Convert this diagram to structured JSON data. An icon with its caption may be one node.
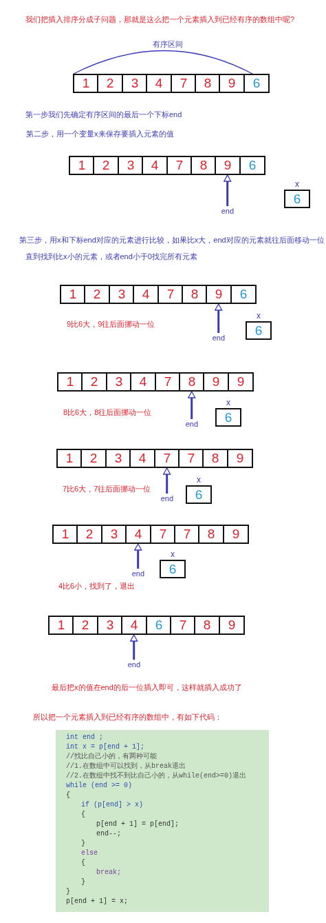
{
  "diagram": {
    "title": "我们把插入排序分成子问题，那就是这么把一个元素插入到已经有序的数组中呢?",
    "nodes": [
      {
        "text": [
          "1"
        ]
      },
      {
        "text": [
          "2"
        ]
      },
      {
        "text": [
          "3"
        ]
      },
      {
        "text": [
          "4"
        ]
      },
      {
        "text": [
          "7"
        ]
      },
      {
        "text": [
          "8"
        ]
      },
      {
        "text": [
          "9"
        ]
      },
      {
        "text": [
          "6"
        ]
      },
      {
        "text": [
          "1"
        ]
      },
      {
        "text": [
          "2"
        ]
      },
      {
        "text": [
          "3"
        ]
      },
      {
        "text": [
          "4"
        ]
      },
      {
        "text": [
          "7"
        ]
      },
      {
        "text": [
          "8"
        ]
      },
      {
        "text": [
          "9"
        ]
      },
      {
        "text": [
          "6"
        ]
      },
      {
        "text": [
          "x",
          "6"
        ]
      },
      {
        "text": [
          "end"
        ]
      },
      {
        "text": [
          "1"
        ]
      },
      {
        "text": [
          "2"
        ]
      },
      {
        "text": [
          "3"
        ]
      },
      {
        "text": [
          "4"
        ]
      },
      {
        "text": [
          "7"
        ]
      },
      {
        "text": [
          "8"
        ]
      },
      {
        "text": [
          "9"
        ]
      },
      {
        "text": [
          "6"
        ]
      },
      {
        "text": [
          "x",
          "6"
        ]
      },
      {
        "text": [
          "end"
        ]
      },
      {
        "text": [
          "1"
        ]
      },
      {
        "text": [
          "2"
        ]
      },
      {
        "text": [
          "3"
        ]
      },
      {
        "text": [
          "4"
        ]
      },
      {
        "text": [
          "7"
        ]
      },
      {
        "text": [
          "8"
        ]
      },
      {
        "text": [
          "9"
        ]
      },
      {
        "text": [
          "9"
        ]
      },
      {
        "text": [
          "x",
          "6"
        ]
      },
      {
        "text": [
          "end"
        ]
      },
      {
        "text": [
          "1"
        ]
      },
      {
        "text": [
          "2"
        ]
      },
      {
        "text": [
          "3"
        ]
      },
      {
        "text": [
          "4"
        ]
      },
      {
        "text": [
          "7"
        ]
      },
      {
        "text": [
          "7"
        ]
      },
      {
        "text": [
          "8"
        ]
      },
      {
        "text": [
          "9"
        ]
      },
      {
        "text": [
          "x",
          "6"
        ]
      },
      {
        "text": [
          "end"
        ]
      },
      {
        "text": [
          "1"
        ]
      },
      {
        "text": [
          "2"
        ]
      },
      {
        "text": [
          "3"
        ]
      },
      {
        "text": [
          "4"
        ]
      },
      {
        "text": [
          "7"
        ]
      },
      {
        "text": [
          "7"
        ]
      },
      {
        "text": [
          "8"
        ]
      },
      {
        "text": [
          "9"
        ]
      },
      {
        "text": [
          "x",
          "6"
        ]
      },
      {
        "text": [
          "end"
        ]
      },
      {
        "text": [
          "1"
        ]
      },
      {
        "text": [
          "2"
        ]
      },
      {
        "text": [
          "3"
        ]
      },
      {
        "text": [
          "4"
        ]
      },
      {
        "text": [
          "6"
        ]
      },
      {
        "text": [
          "7"
        ]
      },
      {
        "text": [
          "8"
        ]
      },
      {
        "text": [
          "9"
        ]
      },
      {
        "text": [
          "end"
        ]
      }
    ],
    "edges": [
      {
        "from": 17,
        "to": 14,
        "arrow": "to"
      },
      {
        "from": 27,
        "to": 24,
        "arrow": "to"
      },
      {
        "from": 37,
        "to": 33,
        "arrow": "to"
      },
      {
        "from": 47,
        "to": 42,
        "arrow": "to"
      },
      {
        "from": 57,
        "to": 51,
        "arrow": "to"
      },
      {
        "from": 66,
        "to": 61,
        "arrow": "to"
      }
    ],
    "labels": [
      "有序区间",
      "第一步我们先确定有序区间的最后一个下标end",
      "第二步，用一个变量x来保存要插入元素的值",
      "第三步，用x和下标end对应的元素进行比较，如果比x大，end对应的元素就往后面移动一位",
      "直到找到比x小的元素，或者end小于0找完所有元素",
      "9比6大，9往后面挪动一位",
      "8比6大，8往后面挪动一位",
      "7比6大，7往后面挪动一位",
      "4比6小，找到了，退出",
      "最后把x的值在end的后一位插入即可，这样就插入成功了",
      "所以把一个元素插入到已经有序的数组中，有如下代码：",
      "int end ;",
      "int x = p[end + 1];",
      "//找比自己小的，有两种可能",
      "//1.在数组中可以找到，从break退出",
      "//2.在数组中找不到比自己小的，从while(end>=0)退出",
      "while (end >= 0)",
      "{",
      "if (p[end] > x)",
      "{",
      "p[end + 1] = p[end];",
      "end--;",
      "}",
      "else",
      "{",
      "break;",
      "}",
      "}",
      "p[end + 1] = x;"
    ]
  }
}
